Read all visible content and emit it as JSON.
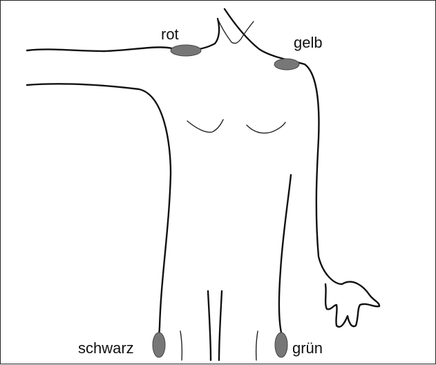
{
  "labels": {
    "top_left": "rot",
    "top_right": "gelb",
    "bottom_left": "schwarz",
    "bottom_right": "grün"
  },
  "colors": {
    "outline": "#111111",
    "electrode": "#777777",
    "background": "#ffffff"
  }
}
